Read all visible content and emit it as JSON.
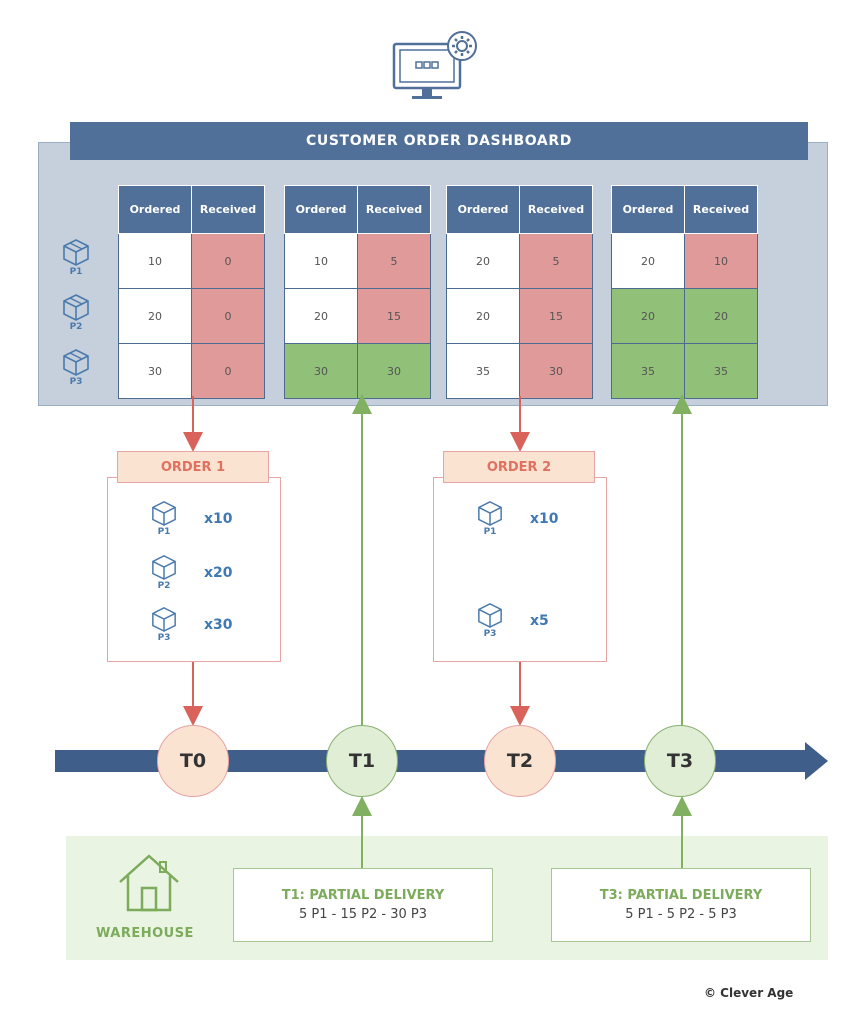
{
  "dashboard": {
    "title": "CUSTOMER ORDER DASHBOARD",
    "products": [
      "P1",
      "P2",
      "P3"
    ],
    "headers": {
      "ordered": "Ordered",
      "received": "Received"
    },
    "tables": [
      {
        "rows": [
          {
            "ordered": "10",
            "received": "0",
            "status": "red"
          },
          {
            "ordered": "20",
            "received": "0",
            "status": "red"
          },
          {
            "ordered": "30",
            "received": "0",
            "status": "red"
          }
        ]
      },
      {
        "rows": [
          {
            "ordered": "10",
            "received": "5",
            "status": "red"
          },
          {
            "ordered": "20",
            "received": "15",
            "status": "red"
          },
          {
            "ordered": "30",
            "received": "30",
            "status": "green"
          }
        ]
      },
      {
        "rows": [
          {
            "ordered": "20",
            "received": "5",
            "status": "red"
          },
          {
            "ordered": "20",
            "received": "15",
            "status": "red"
          },
          {
            "ordered": "35",
            "received": "30",
            "status": "red"
          }
        ]
      },
      {
        "rows": [
          {
            "ordered": "20",
            "received": "10",
            "status": "red"
          },
          {
            "ordered": "20",
            "received": "20",
            "status": "green"
          },
          {
            "ordered": "35",
            "received": "35",
            "status": "green"
          }
        ]
      }
    ]
  },
  "orders": [
    {
      "title": "ORDER 1",
      "items": [
        {
          "product": "P1",
          "qty": "x10"
        },
        {
          "product": "P2",
          "qty": "x20"
        },
        {
          "product": "P3",
          "qty": "x30"
        }
      ]
    },
    {
      "title": "ORDER 2",
      "items": [
        {
          "product": "P1",
          "qty": "x10"
        },
        {
          "product": "P3",
          "qty": "x5"
        }
      ]
    }
  ],
  "timeline": {
    "nodes": [
      {
        "label": "T0",
        "kind": "order"
      },
      {
        "label": "T1",
        "kind": "delivery"
      },
      {
        "label": "T2",
        "kind": "order"
      },
      {
        "label": "T3",
        "kind": "delivery"
      }
    ]
  },
  "warehouse": {
    "label": "WAREHOUSE",
    "deliveries": [
      {
        "title": "T1: PARTIAL DELIVERY",
        "detail": "5 P1 - 15 P2 - 30 P3"
      },
      {
        "title": "T3: PARTIAL DELIVERY",
        "detail": "5 P1 - 5 P2 - 5 P3"
      }
    ]
  },
  "footer": {
    "copyright": "© Clever Age"
  },
  "colors": {
    "navy": "#50709a",
    "panel": "#c6d0dc",
    "red_cell": "#e09a9a",
    "green_cell": "#91c078",
    "order_red": "#e07060",
    "delivery_green": "#7bab5b",
    "arrow_red": "#d9625a",
    "arrow_green": "#80b060",
    "timeline": "#3f5f8a",
    "warehouse_bg": "#eaf4e2"
  },
  "icons": [
    "monitor-gear-icon",
    "box-icon",
    "house-icon",
    "copyright-icon"
  ]
}
